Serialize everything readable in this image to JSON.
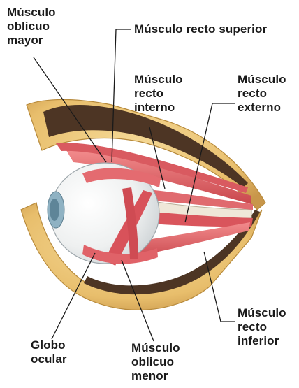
{
  "labels": {
    "oblicuo_mayor": "Músculo\noblicuo\nmayor",
    "recto_superior": "Músculo recto superior",
    "recto_interno": "Músculo\nrecto\ninterno",
    "recto_externo": "Músculo\nrecto\nexterno",
    "recto_inferior": "Músculo\nrecto\ninferior",
    "globo_ocular": "Globo\nocular",
    "oblicuo_menor": "Músculo\noblicuo\nmenor"
  },
  "colors": {
    "muscle": "#e2646a",
    "muscle_dark": "#b8383f",
    "bone": "#e9c47a",
    "bone_dark": "#b78a3c",
    "cavity": "#4d3524",
    "sclera": "#f4f2ef",
    "iris": "#6f95a8",
    "leader": "#1a1a1a"
  }
}
